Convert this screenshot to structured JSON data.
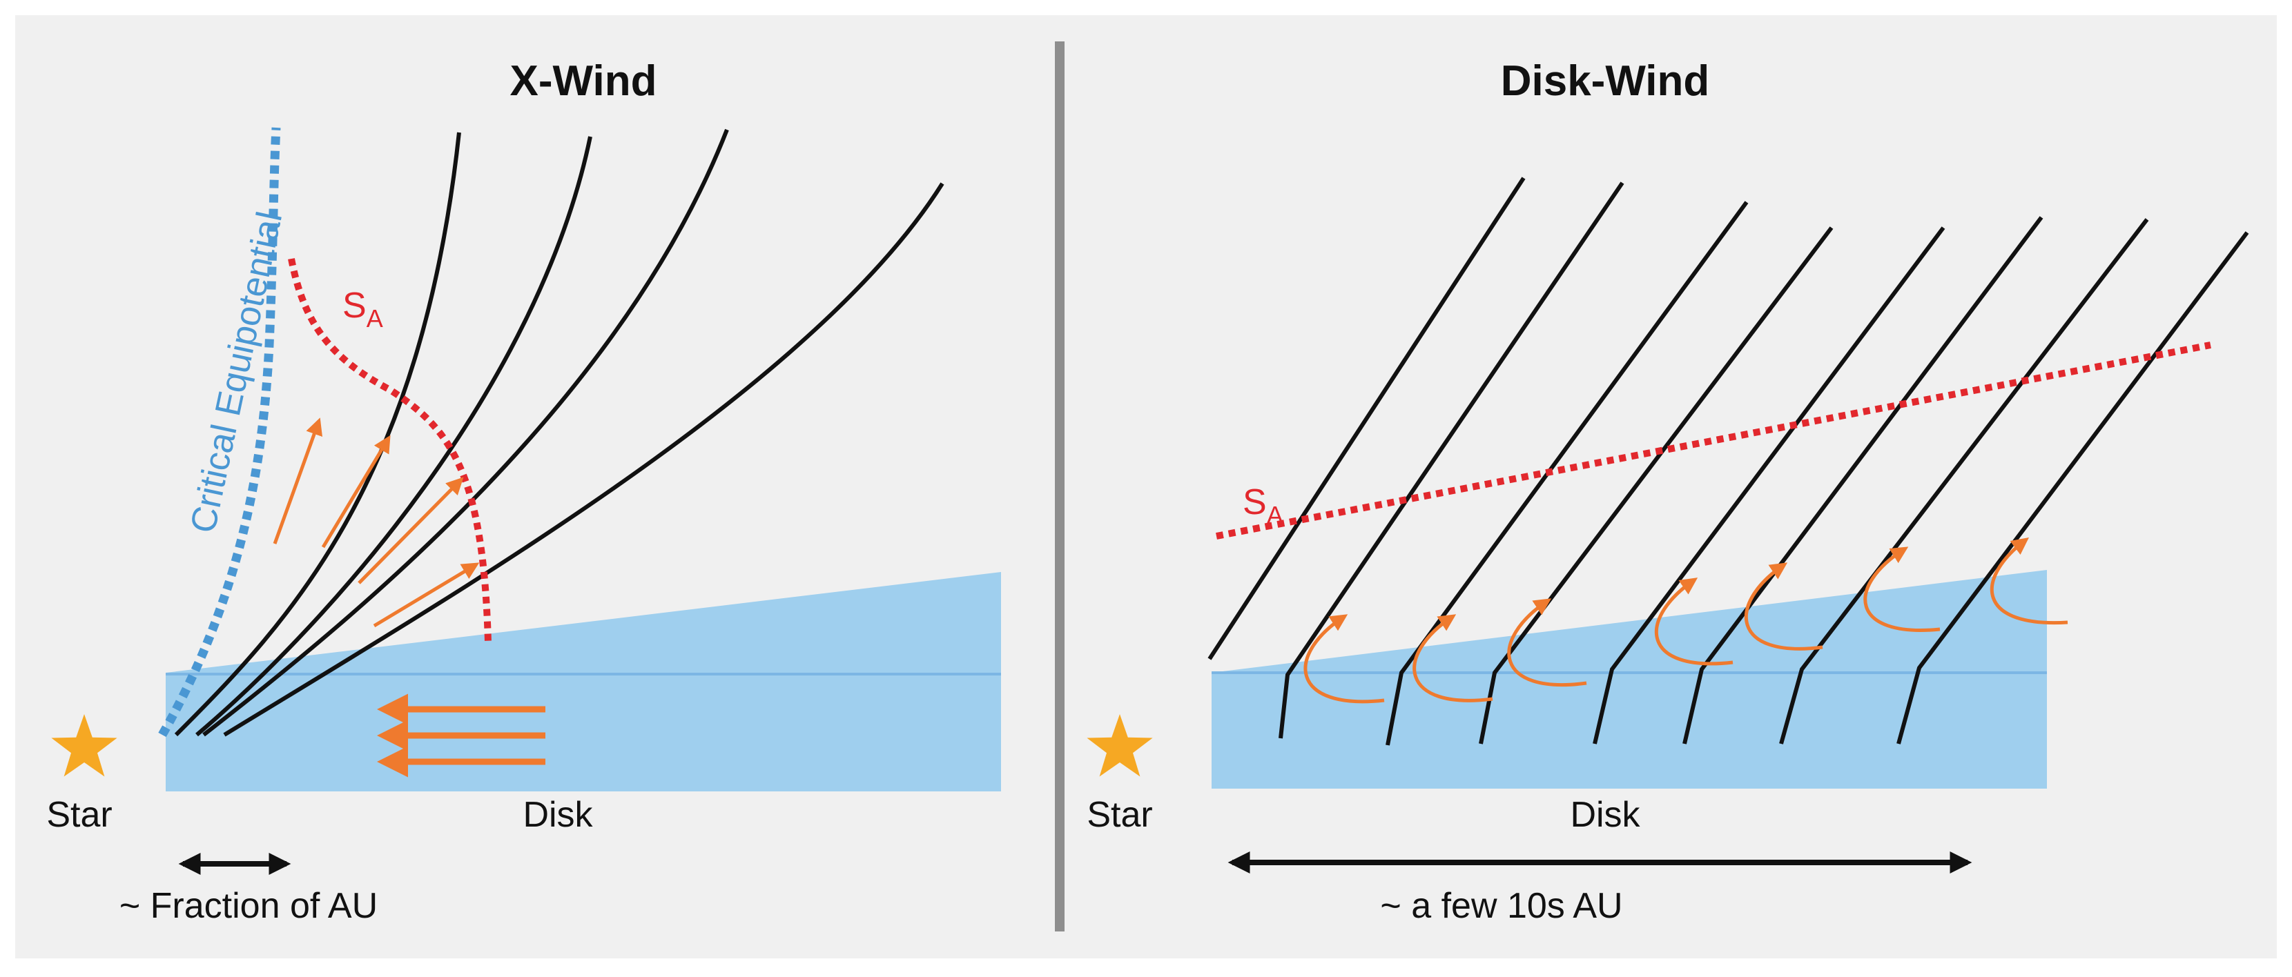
{
  "colors": {
    "background": "#f0f0f0",
    "outer": "#ffffff",
    "divider": "#8e8e8e",
    "disk": "#9fcfee",
    "disk_midline": "#7cb6e4",
    "field_line": "#111111",
    "flow_arrow": "#ef7a2e",
    "alfven_surface": "#e2282d",
    "critical_equipotential": "#4a97d3",
    "star": "#f6a823",
    "scale_bar": "#111111"
  },
  "left_panel": {
    "title": "X-Wind",
    "critical_equipotential_label": "Critical Equipotential",
    "alfven_label": {
      "main": "S",
      "subscript": "A"
    },
    "star_label": "Star",
    "disk_label": "Disk",
    "scale_label": "~ Fraction of AU",
    "star_icon": "star-icon"
  },
  "right_panel": {
    "title": "Disk-Wind",
    "alfven_label": {
      "main": "S",
      "subscript": "A"
    },
    "star_label": "Star",
    "disk_label": "Disk",
    "scale_label": "~ a few 10s AU",
    "star_icon": "star-icon"
  }
}
